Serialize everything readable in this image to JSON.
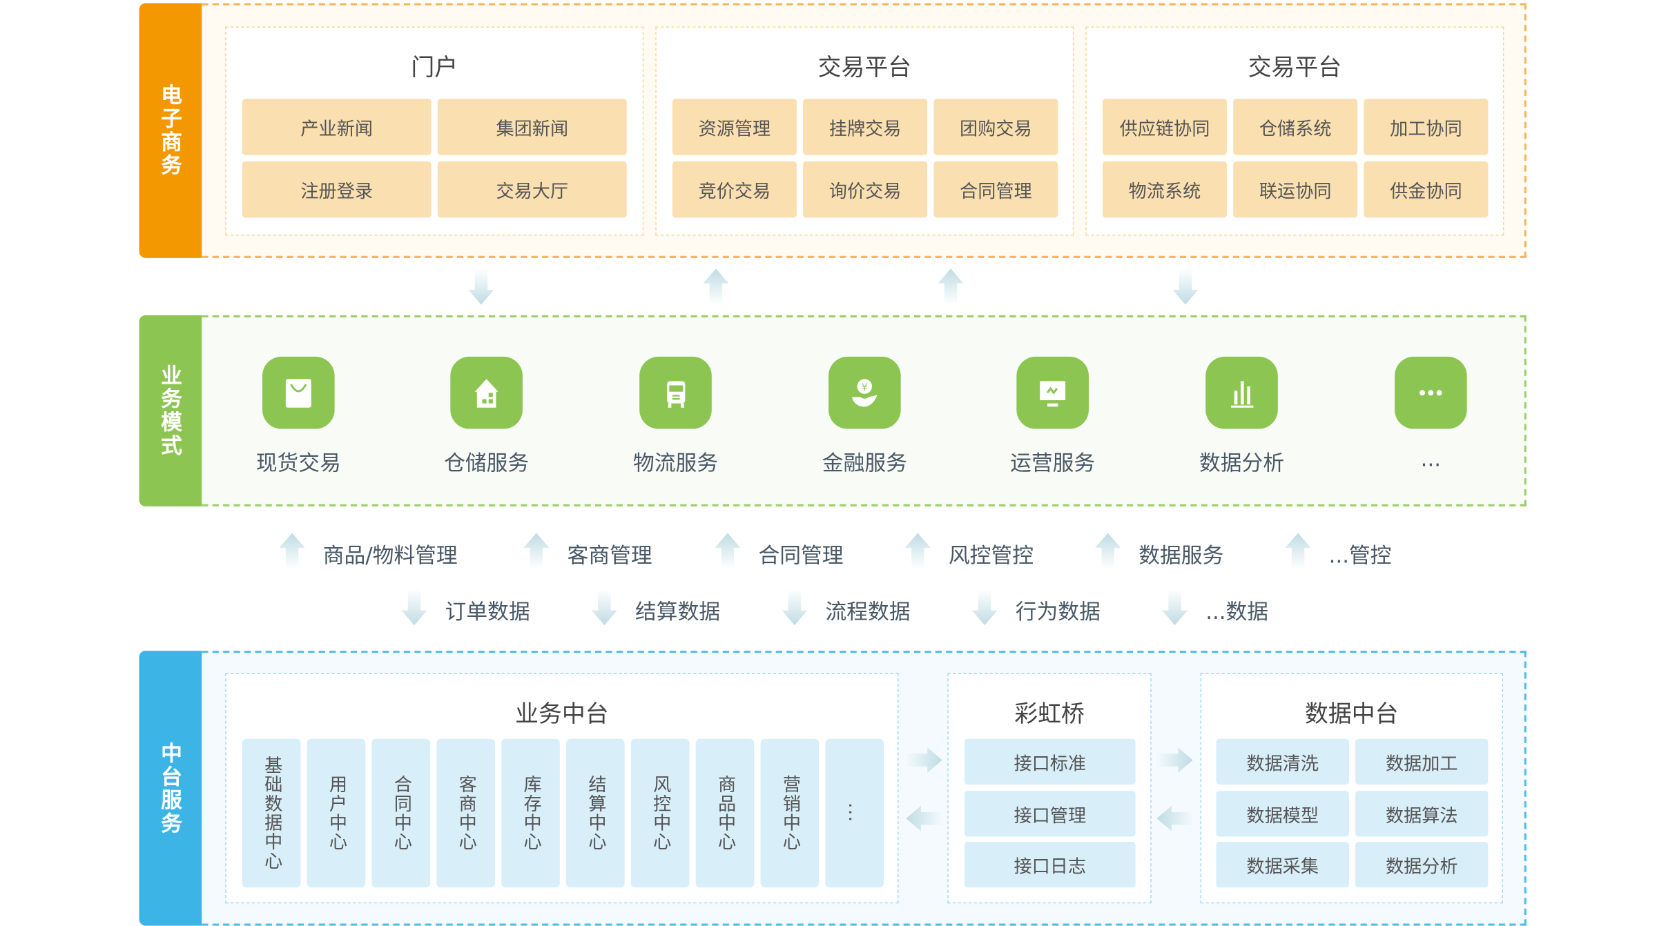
{
  "colors": {
    "orange": "#F39800",
    "green": "#8CC552",
    "blue": "#3CB4E6"
  },
  "ecommerce": {
    "label": "电子商务",
    "panels": [
      {
        "title": "门户",
        "items": [
          "产业新闻",
          "集团新闻",
          "注册登录",
          "交易大厅"
        ]
      },
      {
        "title": "交易平台",
        "items": [
          "资源管理",
          "挂牌交易",
          "团购交易",
          "竞价交易",
          "询价交易",
          "合同管理"
        ]
      },
      {
        "title": "交易平台",
        "items": [
          "供应链协同",
          "仓储系统",
          "加工协同",
          "物流系统",
          "联运协同",
          "供金协同"
        ]
      }
    ]
  },
  "business_mode": {
    "label": "业务模式",
    "items": [
      {
        "label": "现货交易",
        "icon": "shopping-bag-icon"
      },
      {
        "label": "仓储服务",
        "icon": "warehouse-icon"
      },
      {
        "label": "物流服务",
        "icon": "truck-icon"
      },
      {
        "label": "金融服务",
        "icon": "finance-hand-icon"
      },
      {
        "label": "运营服务",
        "icon": "monitor-icon"
      },
      {
        "label": "数据分析",
        "icon": "bar-chart-icon"
      },
      {
        "label": "...",
        "icon": "more-icon"
      }
    ]
  },
  "flows_up": [
    "商品/物料管理",
    "客商管理",
    "合同管理",
    "风控管控",
    "数据服务",
    "...管控"
  ],
  "flows_down": [
    "订单数据",
    "结算数据",
    "流程数据",
    "行为数据",
    "...数据"
  ],
  "middle": {
    "label": "中台服务",
    "business": {
      "title": "业务中台",
      "items": [
        "基础数据中心",
        "用户中心",
        "合同中心",
        "客商中心",
        "库存中心",
        "结算中心",
        "风控中心",
        "商品中心",
        "营销中心",
        "..."
      ]
    },
    "rainbow": {
      "title": "彩虹桥",
      "items": [
        "接口标准",
        "接口管理",
        "接口日志"
      ]
    },
    "data": {
      "title": "数据中台",
      "items": [
        "数据清洗",
        "数据加工",
        "数据模型",
        "数据算法",
        "数据采集",
        "数据分析"
      ]
    }
  }
}
